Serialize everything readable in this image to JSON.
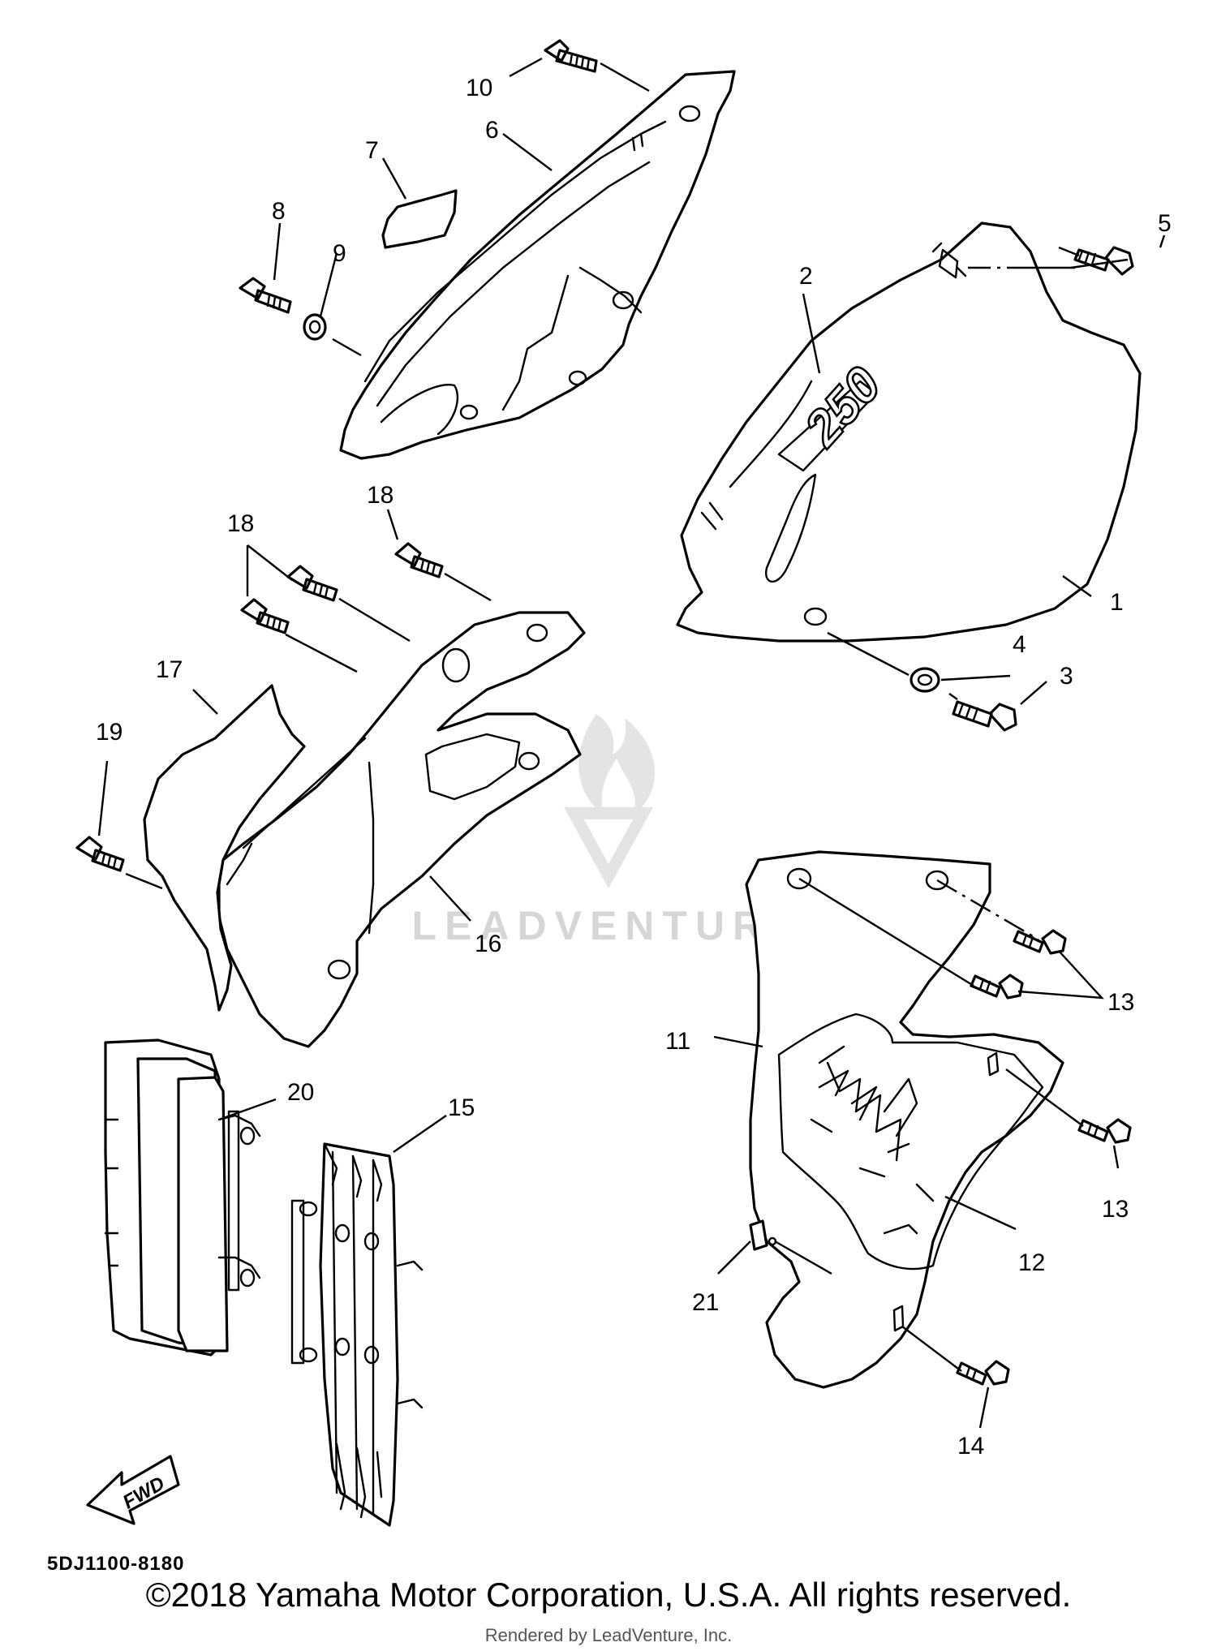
{
  "diagram_code": "5DJ1100-8180",
  "fwd_label": "FWD",
  "watermark": "LEADVENTURE",
  "copyright": "©2018 Yamaha Motor Corporation, U.S.A. All rights reserved.",
  "rendered_by": "Rendered by LeadVenture, Inc.",
  "decal_text": "250",
  "callouts": {
    "c1": "1",
    "c2": "2",
    "c3": "3",
    "c4": "4",
    "c5": "5",
    "c6": "6",
    "c7": "7",
    "c8": "8",
    "c9": "9",
    "c10": "10",
    "c11": "11",
    "c12": "12",
    "c13a": "13",
    "c13b": "13",
    "c14": "14",
    "c15": "15",
    "c16": "16",
    "c17": "17",
    "c18a": "18",
    "c18b": "18",
    "c19": "19",
    "c20": "20",
    "c21": "21"
  }
}
